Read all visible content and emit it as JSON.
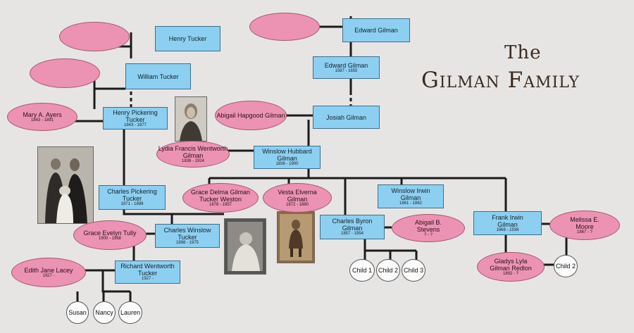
{
  "title": {
    "line1": "The",
    "line2": "Gilman Family"
  },
  "people": {
    "henry_tucker": {
      "name": "Henry Tucker"
    },
    "william_tucker": {
      "name": "William Tucker"
    },
    "henry_pickering_tucker": {
      "name": "Henry Pickering Tucker",
      "dates": "1843 - 1877"
    },
    "mary_ayers": {
      "name": "Mary A. Ayers",
      "dates": "1843 - 1891"
    },
    "charles_pickering_tucker": {
      "name": "Charles Pickering Tucker",
      "dates": "1871 - 1898"
    },
    "grace_evelyn_tully": {
      "name": "Grace Evelyn Tully",
      "dates": "1900 - 1968"
    },
    "charles_winslow_tucker": {
      "name": "Charles Winslow Tucker",
      "dates": "1898 - 1975"
    },
    "edith_jane_lacey": {
      "name": "Edith Jane Lacey",
      "dates": "1927 -"
    },
    "richard_wentworth_tucker": {
      "name": "Richard Wentworth Tucker",
      "dates": "1927 -"
    },
    "edward_gilman_1": {
      "name": "Edward Gilman"
    },
    "edward_gilman_2": {
      "name": "Edward Gilman",
      "dates": "1587 - 1655"
    },
    "josiah_gilman": {
      "name": "Josiah Gilman"
    },
    "abigail_hapgood_gilman": {
      "name": "Abigail Hapgood Gilman"
    },
    "lydia_francis": {
      "name": "Lydia Francis Wentworth Gilman",
      "dates": "1838 - 1924"
    },
    "winslow_hubbard_gilman": {
      "name": "Winslow Hubbard Gilman",
      "dates": "1836 - 1900"
    },
    "grace_delma": {
      "name": "Grace Delma Gilman Tucker Weston",
      "dates": "1878 - 1957"
    },
    "vesta_elverna": {
      "name": "Vesta Elverna Gilman",
      "dates": "1872 - 1880"
    },
    "winslow_irwin_gilman": {
      "name": "Winslow Irwin Gilman",
      "dates": "1861 - 1862"
    },
    "charles_byron_gilman": {
      "name": "Charles Byron Gilman",
      "dates": "1857 - 1954"
    },
    "abigail_stevens": {
      "name": "Abigail B. Stevens",
      "dates": "? - ?"
    },
    "frank_irwin_gilman": {
      "name": "Frank Irwin Gilman",
      "dates": "1868 - 1938"
    },
    "melissa_moore": {
      "name": "Melissa E. Moore",
      "dates": "1867 - ?"
    },
    "gladys_lyla": {
      "name": "Gladys Lyla Gilman Redlon",
      "dates": "1892 - ?"
    }
  },
  "children": {
    "susan": "Susan",
    "nancy": "Nancy",
    "lauren": "Lauren",
    "child1": "Child 1",
    "child2": "Child 2",
    "child3": "Child 3",
    "frank_child2": "Child 2"
  },
  "colors": {
    "male_box": "#8dcff0",
    "female_oval": "#ec93b4",
    "child_circle": "#fbfbfb",
    "background": "#e7e5e4",
    "title": "#3a2a1f"
  }
}
